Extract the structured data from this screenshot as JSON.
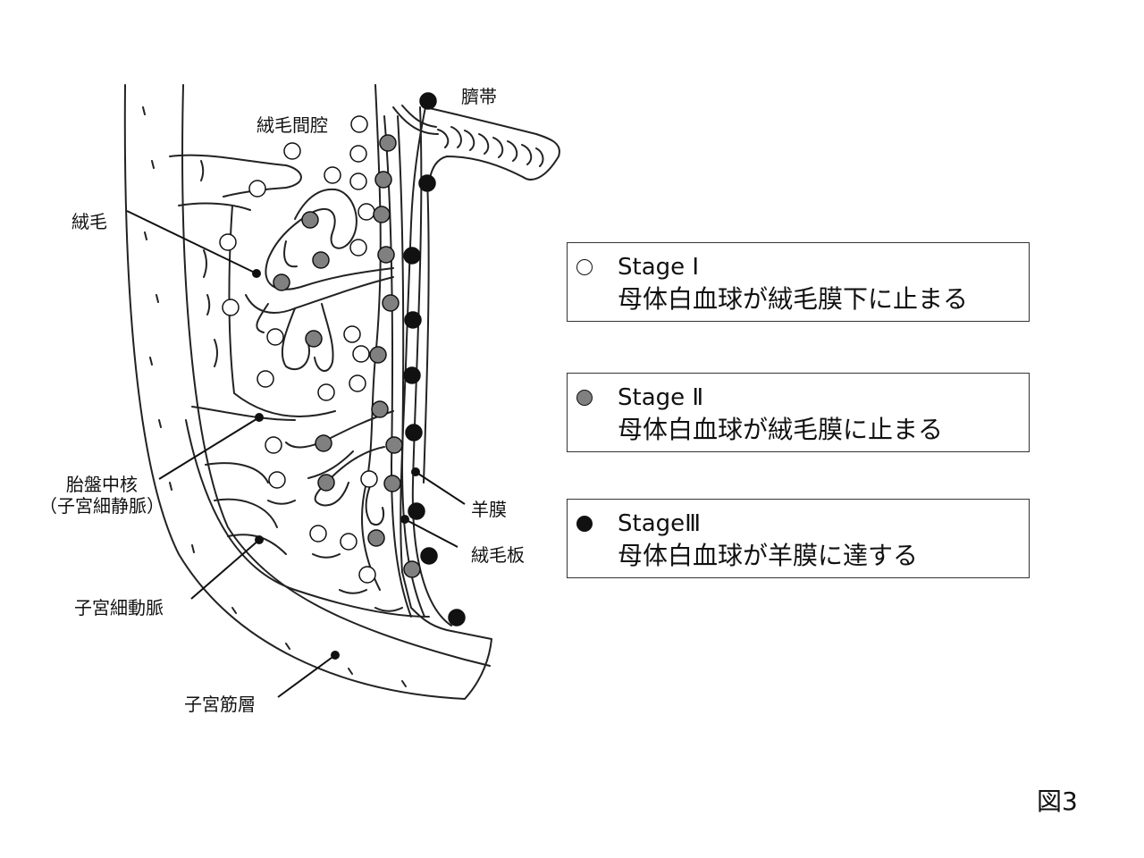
{
  "labels": {
    "umbilical_cord": "臍帯",
    "intervillous_space": "絨毛間腔",
    "villus": "絨毛",
    "placental_core_line1": "胎盤中核",
    "placental_core_line2": "（子宮細静脈）",
    "amnion": "羊膜",
    "chorionic_plate": "絨毛板",
    "uterine_arteriole": "子宮細動脈",
    "myometrium": "子宮筋層"
  },
  "legend": [
    {
      "stage": "Stage Ⅰ",
      "description": "母体白血球が絨毛膜下に止まる",
      "fill": "#ffffff"
    },
    {
      "stage": "Stage Ⅱ",
      "description": "母体白血球が絨毛膜に止まる",
      "fill": "#808080"
    },
    {
      "stage": "StageⅢ",
      "description": "母体白血球が羊膜に達する",
      "fill": "#111111"
    }
  ],
  "figure_number": "図3"
}
